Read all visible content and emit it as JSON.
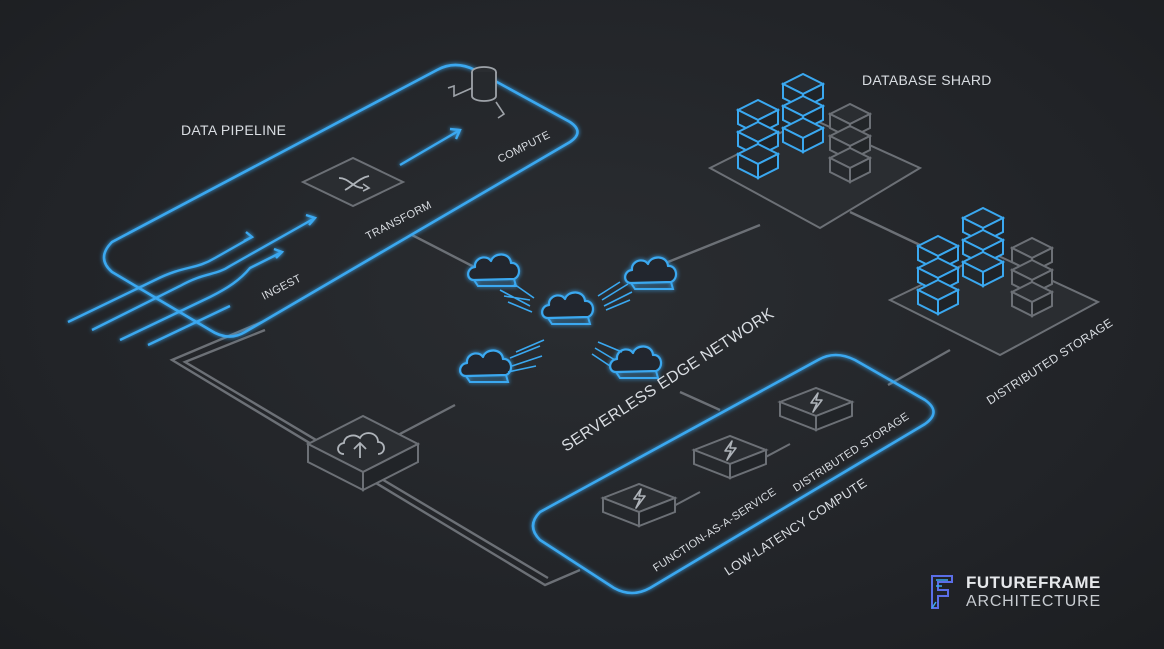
{
  "labels": {
    "data_pipeline": "DATA PIPELINE",
    "compute": "COMPUTE",
    "transform": "TRANSFORM",
    "ingest": "INGEST",
    "database_shard": "DATABASE SHARD",
    "distributed_storage_right": "DISTRIBUTED STORAGE",
    "serverless_edge_network": "SERVERLESS EDGE NETWORK",
    "function_as_a_service": "FUNCTION-AS-A-SERVICE",
    "distributed_storage_bottom": "DISTRIBUTED STORAGE",
    "low_latency_compute": "LOW-LATENCY COMPUTE"
  },
  "brand": {
    "line1": "FUTUREFRAME",
    "line2": "ARCHITECTURE"
  },
  "colors": {
    "background": "#24272b",
    "accent_blue": "#3aa8f0",
    "line_gray": "#6c7076",
    "text": "#d9dde2"
  },
  "icons": [
    "database-cylinder-icon",
    "transform-arrows-icon",
    "cloud-icon",
    "server-stack-icon",
    "lightning-icon",
    "upload-cloud-icon",
    "logo-icon"
  ]
}
